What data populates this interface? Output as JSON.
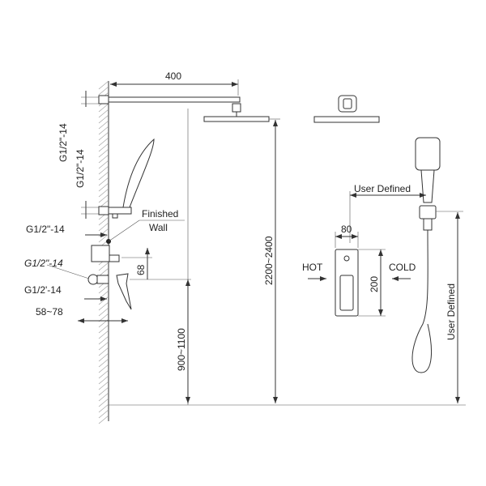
{
  "dimensions": {
    "arm_length": "400",
    "thread_top": "G1/2\"-14",
    "thread_handshower": "G1/2\"-14",
    "thread_wall_outlet": "G1/2\"-14",
    "thread_valve_inlet": "G1/2\"-14",
    "thread_valve_lower": "G1/2'-14",
    "wall_depth": "58~78",
    "valve_spacing": "68",
    "valve_height": "900~1100",
    "head_height": "2200~2400",
    "plate_width": "80",
    "plate_height": "200",
    "handshower_offset": "User Defined",
    "holder_height": "User Defined"
  },
  "labels": {
    "finished": "Finished",
    "wall": "Wall",
    "hot": "HOT",
    "cold": "COLD"
  }
}
